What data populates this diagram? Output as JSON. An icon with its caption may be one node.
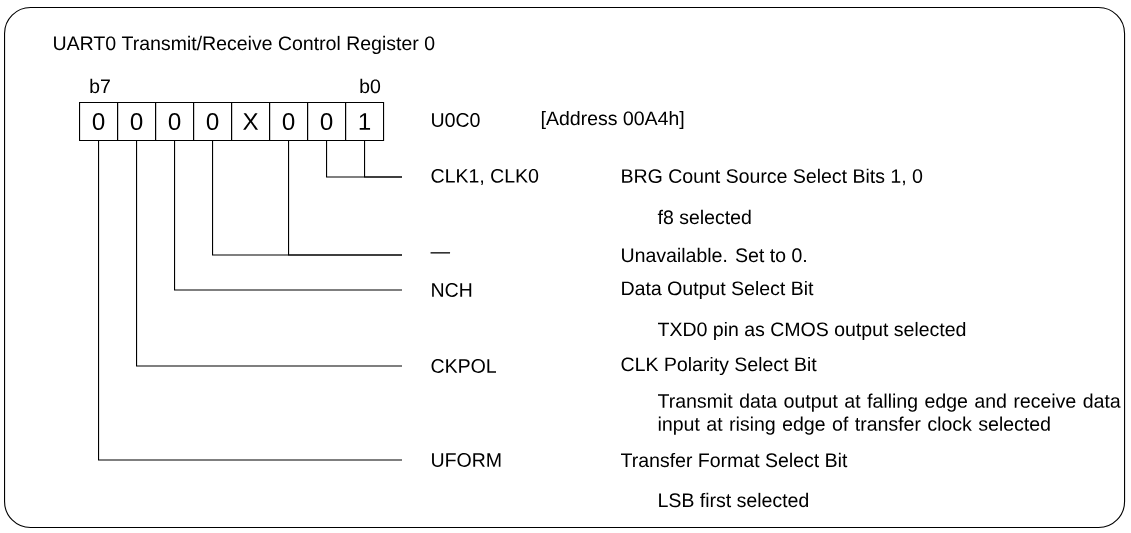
{
  "diagram": {
    "nodes": [
      {
        "text": [
          "UART0 Transmit/Receive Control Register 0"
        ]
      },
      {
        "text": [
          "0"
        ],
        "in": 0
      },
      {
        "text": [
          "0"
        ],
        "in": 0
      },
      {
        "text": [
          "0"
        ],
        "in": 0
      },
      {
        "text": [
          "0"
        ],
        "in": 0
      },
      {
        "text": [
          "X"
        ],
        "in": 0
      },
      {
        "text": [
          "0"
        ],
        "in": 0
      },
      {
        "text": [
          "0"
        ],
        "in": 0
      },
      {
        "text": [
          "1"
        ],
        "in": 0
      },
      {
        "text": [
          "CLK1, CLK0"
        ],
        "in": 0
      },
      {
        "text": [
          "—"
        ],
        "in": 0
      },
      {
        "text": [
          "NCH"
        ],
        "in": 0
      },
      {
        "text": [
          "CKPOL"
        ],
        "in": 0
      },
      {
        "text": [
          "UFORM"
        ],
        "in": 0
      }
    ],
    "edges": [
      {
        "from": 7,
        "to": 9,
        "arrow": "none"
      },
      {
        "from": 8,
        "to": 9,
        "arrow": "none"
      },
      {
        "from": 4,
        "to": 10,
        "arrow": "none"
      },
      {
        "from": 6,
        "to": 10,
        "arrow": "none"
      },
      {
        "from": 3,
        "to": 11,
        "arrow": "none"
      },
      {
        "from": 2,
        "to": 12,
        "arrow": "none"
      },
      {
        "from": 1,
        "to": 13,
        "arrow": "none"
      }
    ],
    "labels": [
      "b7",
      "b0",
      "U0C0",
      "[Address 00A4h]",
      "BRG Count Source Select Bits 1, 0",
      "f8 selected",
      "Unavailable. Set to 0.",
      "Data Output Select Bit",
      "TXD0 pin as CMOS output selected",
      "CLK Polarity Select Bit",
      "Transmit data output at falling edge and receive data input at rising edge of transfer clock selected",
      "Transfer Format Select Bit",
      "LSB first selected"
    ]
  }
}
